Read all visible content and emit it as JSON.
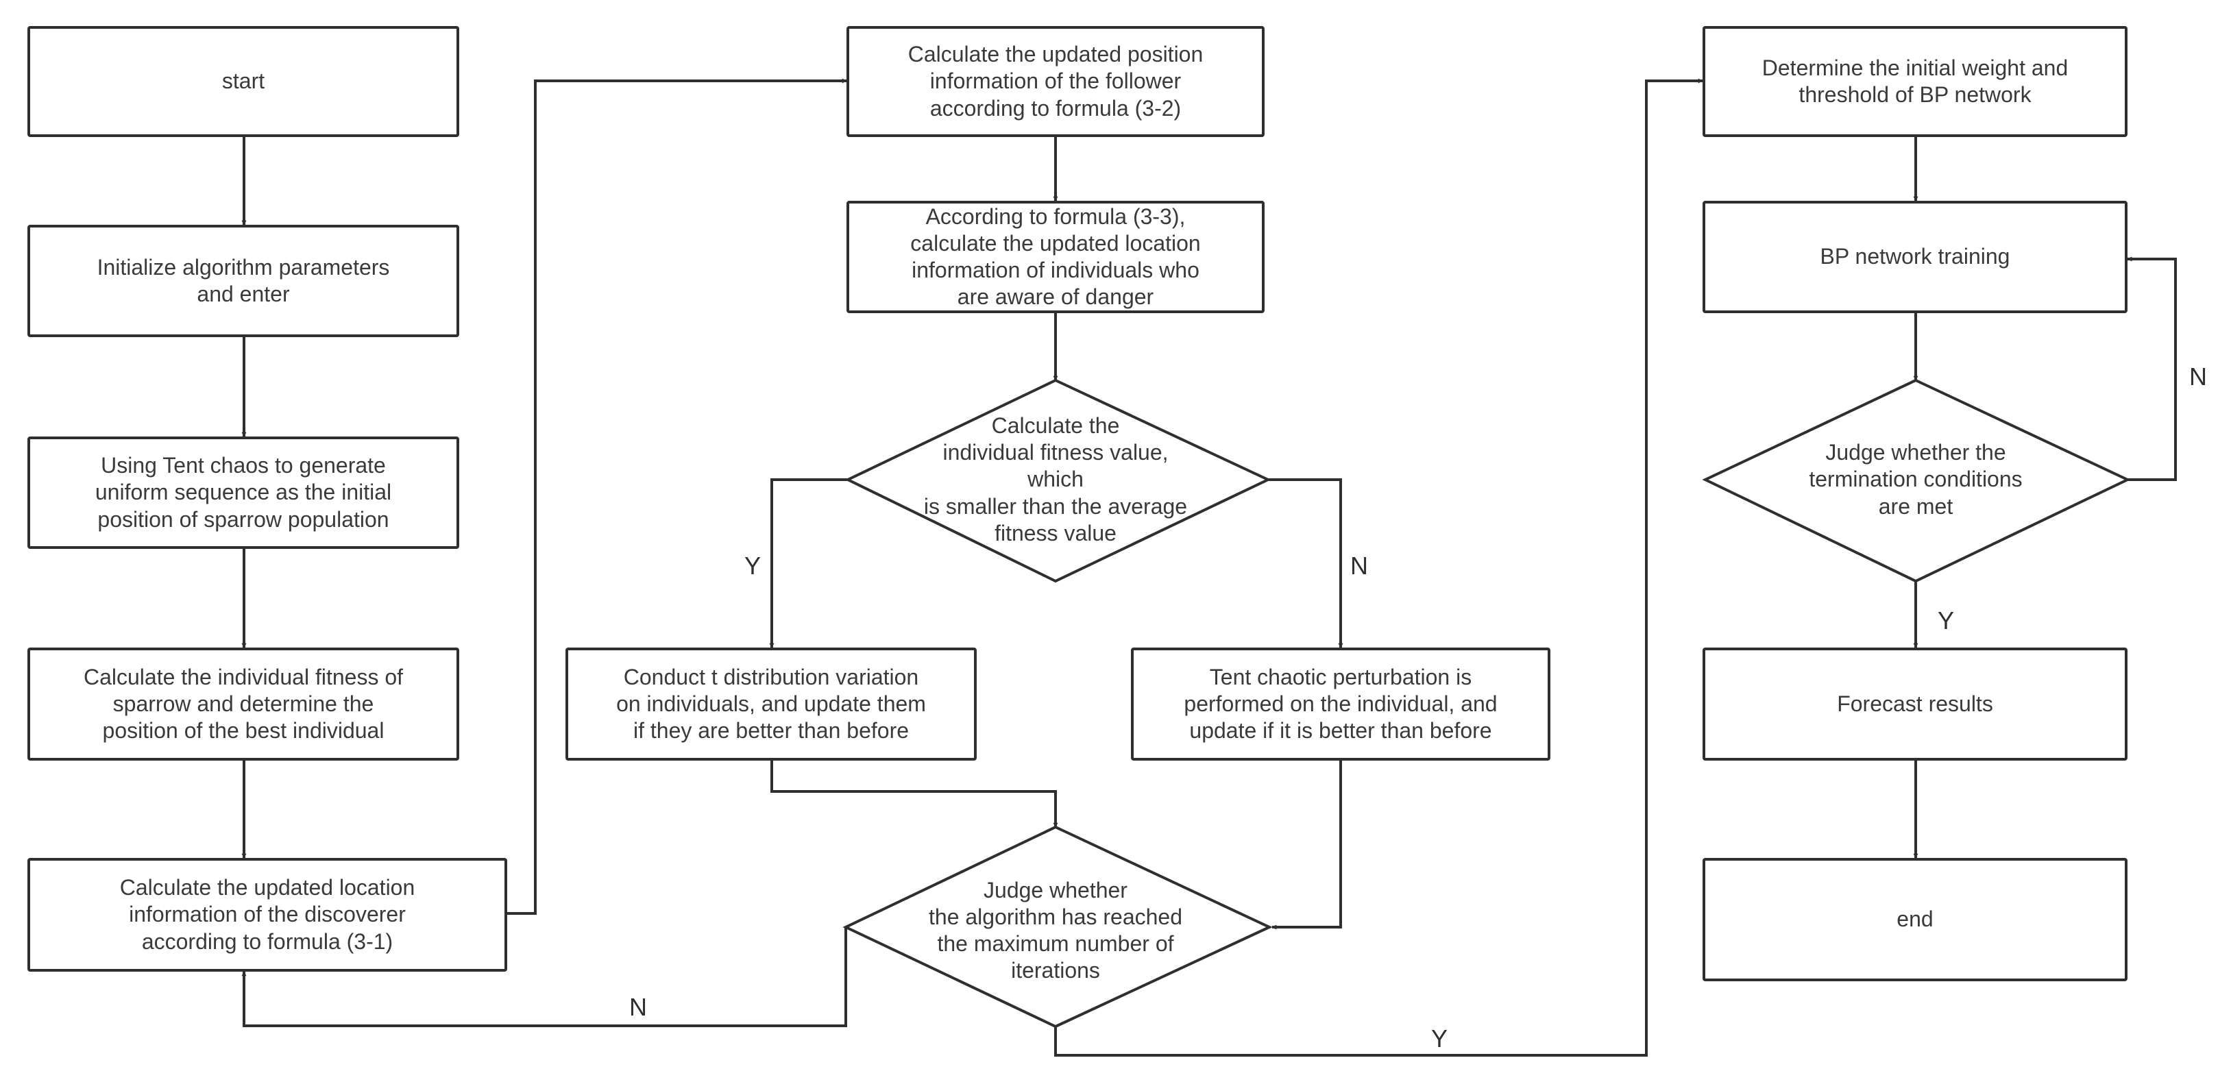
{
  "nodes": {
    "start": "start",
    "init_params": "Initialize algorithm parameters\nand enter",
    "tent_init": "Using Tent chaos to generate\nuniform sequence as the initial\nposition of sparrow population",
    "fitness_best": "Calculate the individual fitness of\nsparrow and determine the\nposition of the best individual",
    "discoverer": "Calculate the updated location\ninformation of the discoverer\naccording to formula (3-1)",
    "follower": "Calculate the updated position\ninformation of the follower\naccording to formula (3-2)",
    "danger": "According to formula (3-3),\ncalculate the updated location\ninformation of individuals who\nare aware of danger",
    "fitness_compare": "Calculate the\nindividual fitness value, which\nis smaller than the average\nfitness value",
    "t_distribution": "Conduct t distribution variation\non individuals, and update them\nif they are better than before",
    "tent_perturb": "Tent chaotic perturbation is\nperformed on the individual, and\nupdate if it is better than before",
    "max_iter": "Judge whether\nthe algorithm has reached\nthe maximum number of\niterations",
    "bp_init": "Determine the initial weight and\nthreshold of BP network",
    "bp_train": "BP network training",
    "termination": "Judge whether the\ntermination conditions\nare met",
    "forecast": "Forecast results",
    "end": "end"
  },
  "labels": {
    "compare_yes": "Y",
    "compare_no": "N",
    "iter_no": "N",
    "iter_yes": "Y",
    "term_no": "N",
    "term_yes": "Y"
  },
  "colors": {
    "stroke": "#2f2f2f",
    "text": "#3a3a3a",
    "background": "#ffffff"
  }
}
